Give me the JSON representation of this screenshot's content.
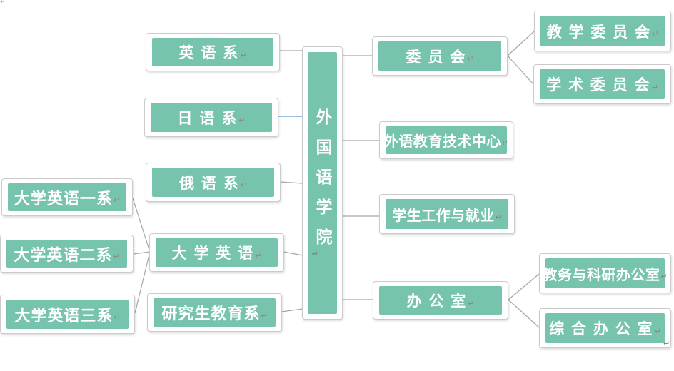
{
  "page": {
    "background": "#ffffff"
  },
  "colors": {
    "node_fill": "#76C3AE",
    "node_text": "#FFFFFF",
    "frame_border": "#CBCBCB",
    "connector": "#A6A6A6",
    "connector_highlight": "#5B9BD5",
    "format_mark": "#9C8170"
  },
  "diagram": {
    "type": "org-chart",
    "root": {
      "label": "外国语学院"
    },
    "nodes": {
      "college": {
        "label": "外国语学院"
      },
      "yingyu": {
        "label": "英 语 系"
      },
      "riyu": {
        "label": "日 语 系"
      },
      "eyu": {
        "label": "俄 语 系"
      },
      "daxue": {
        "label": "大 学 英 语"
      },
      "yanjiu": {
        "label": "研究生教育系"
      },
      "dy1": {
        "label": "大学英语一系"
      },
      "dy2": {
        "label": "大学英语二系"
      },
      "dy3": {
        "label": "大学英语三系"
      },
      "weiyuanhui": {
        "label": "委 员 会"
      },
      "jiaoxuewei": {
        "label": "教 学 委 员 会"
      },
      "xueshuwei": {
        "label": "学 术 委 员 会"
      },
      "waiyuzhongxin": {
        "label": "外语教育技术中心"
      },
      "xuesheng": {
        "label": "学生工作与就业"
      },
      "bangongshi": {
        "label": "办 公 室"
      },
      "jiaowu": {
        "label": "教务与科研办公室"
      },
      "zonghe": {
        "label": "综 合 办 公 室"
      }
    },
    "edges": [
      {
        "from": "college",
        "to": "yingyu",
        "highlighted": false
      },
      {
        "from": "college",
        "to": "riyu",
        "highlighted": true
      },
      {
        "from": "college",
        "to": "eyu",
        "highlighted": false
      },
      {
        "from": "college",
        "to": "daxue",
        "highlighted": false
      },
      {
        "from": "college",
        "to": "yanjiu",
        "highlighted": false
      },
      {
        "from": "daxue",
        "to": "dy1",
        "highlighted": false
      },
      {
        "from": "daxue",
        "to": "dy2",
        "highlighted": false
      },
      {
        "from": "daxue",
        "to": "dy3",
        "highlighted": false
      },
      {
        "from": "college",
        "to": "weiyuanhui",
        "highlighted": false
      },
      {
        "from": "college",
        "to": "waiyuzhongxin",
        "highlighted": false
      },
      {
        "from": "college",
        "to": "xuesheng",
        "highlighted": false
      },
      {
        "from": "college",
        "to": "bangongshi",
        "highlighted": false
      },
      {
        "from": "weiyuanhui",
        "to": "jiaoxuewei",
        "highlighted": false
      },
      {
        "from": "weiyuanhui",
        "to": "xueshuwei",
        "highlighted": false
      },
      {
        "from": "bangongshi",
        "to": "jiaowu",
        "highlighted": false
      },
      {
        "from": "bangongshi",
        "to": "zonghe",
        "highlighted": false
      }
    ],
    "marks": {
      "return_mark": "↵"
    }
  }
}
